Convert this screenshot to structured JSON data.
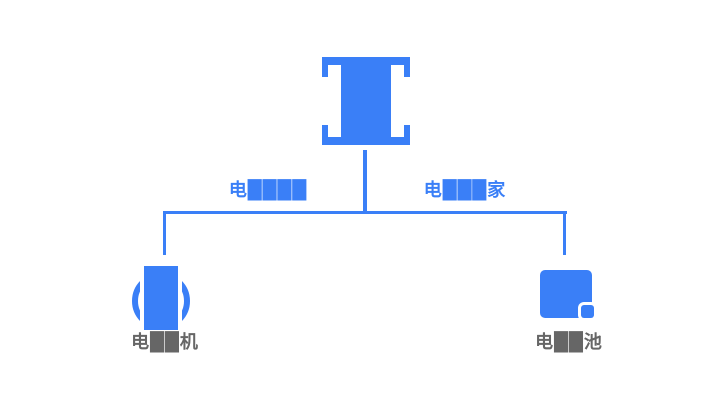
{
  "canvas": {
    "background": "#ffffff",
    "accent_blue": "#3A7FF7",
    "label_gray": "#666666"
  },
  "diagram": {
    "root": {
      "icon": "charging-station-icon"
    },
    "edges": [
      {
        "side": "left",
        "label": "电████"
      },
      {
        "side": "right",
        "label": "电███家"
      }
    ],
    "nodes": [
      {
        "side": "left",
        "icon": "generator-icon",
        "label": "电██机"
      },
      {
        "side": "right",
        "icon": "battery-icon",
        "label": "电██池"
      }
    ]
  }
}
